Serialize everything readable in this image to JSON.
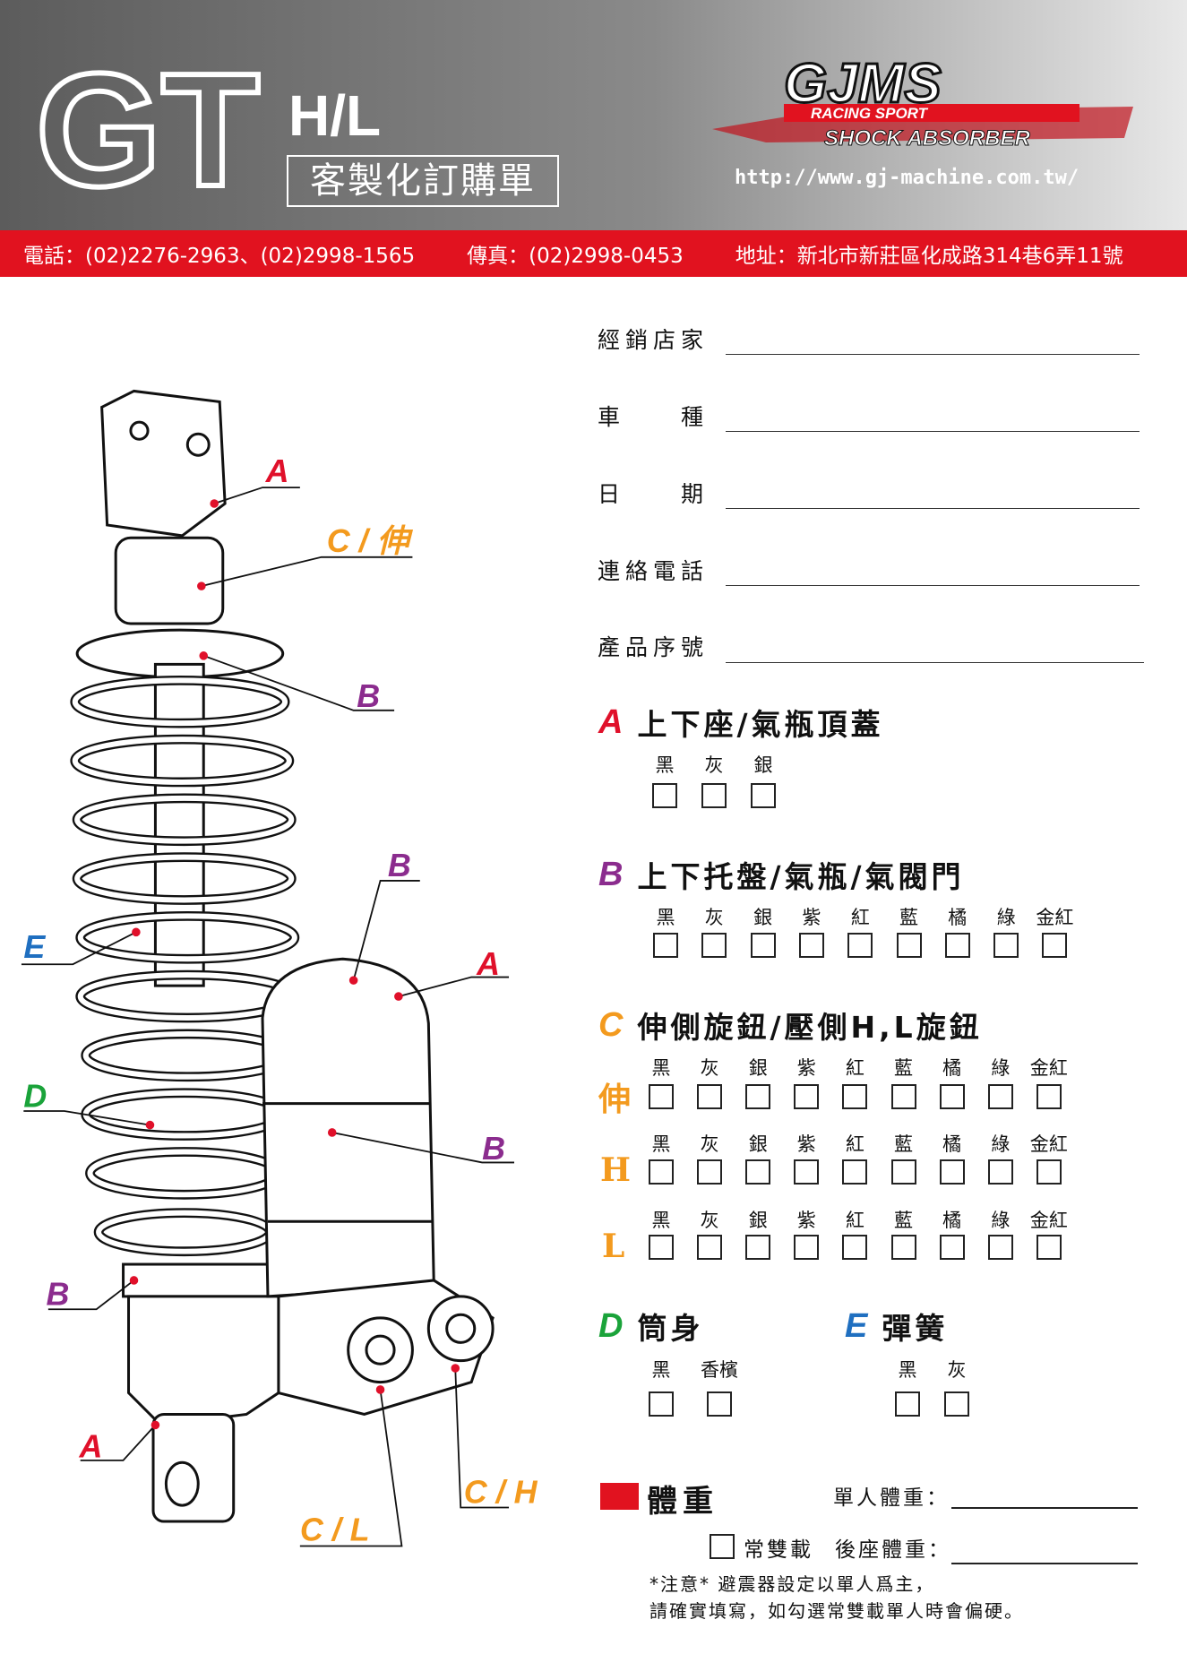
{
  "header": {
    "logo_text": "GT",
    "model": "H/L",
    "title": "客製化訂購單",
    "brand_logo": "GJMS RACING SPORT SHOCK ABSORBER",
    "url": "http://www.gj-machine.com.tw/"
  },
  "contact": {
    "phone": "電話：(02)2276-2963、(02)2998-1565",
    "fax": "傳真：(02)2998-0453",
    "address": "地址：新北市新莊區化成路314巷6弄11號"
  },
  "form": [
    {
      "label": "經銷店家"
    },
    {
      "label": "車　　種"
    },
    {
      "label": "日　　期"
    },
    {
      "label": "連絡電話"
    },
    {
      "label": "產品序號"
    }
  ],
  "colors": {
    "A": "#e0102a",
    "B": "#8b2c8e",
    "C": "#f39a1e",
    "D": "#1aa33a",
    "E": "#1f6fc0"
  },
  "sections": {
    "A": {
      "badge": "A",
      "title": "上下座/氣瓶頂蓋",
      "options": [
        "黑",
        "灰",
        "銀"
      ]
    },
    "B": {
      "badge": "B",
      "title": "上下托盤/氣瓶/氣閥門",
      "options": [
        "黑",
        "灰",
        "銀",
        "紫",
        "紅",
        "藍",
        "橘",
        "綠",
        "金紅"
      ]
    },
    "C": {
      "badge": "C",
      "title": "伸側旋鈕/壓側H,L旋鈕",
      "rows": [
        {
          "label": "伸",
          "options": [
            "黑",
            "灰",
            "銀",
            "紫",
            "紅",
            "藍",
            "橘",
            "綠",
            "金紅"
          ]
        },
        {
          "label": "H",
          "options": [
            "黑",
            "灰",
            "銀",
            "紫",
            "紅",
            "藍",
            "橘",
            "綠",
            "金紅"
          ]
        },
        {
          "label": "L",
          "options": [
            "黑",
            "灰",
            "銀",
            "紫",
            "紅",
            "藍",
            "橘",
            "綠",
            "金紅"
          ]
        }
      ]
    },
    "D": {
      "badge": "D",
      "title": "筒身",
      "options": [
        "黑",
        "香檳"
      ]
    },
    "E": {
      "badge": "E",
      "title": "彈簧",
      "options": [
        "黑",
        "灰"
      ]
    }
  },
  "weight": {
    "title": "體重",
    "single": "單人體重：",
    "double_check": "常雙載",
    "rear": "後座體重：",
    "note1": "*注意* 避震器設定以單人爲主，",
    "note2": "請確實填寫，如勾選常雙載單人時會偏硬。"
  },
  "callouts": {
    "A1": "A",
    "C1": "C / 伸",
    "B1": "B",
    "B2": "B",
    "E1": "E",
    "A2": "A",
    "D1": "D",
    "B3": "B",
    "B4": "B",
    "A3": "A",
    "CH": "C / H",
    "CL": "C / L"
  }
}
